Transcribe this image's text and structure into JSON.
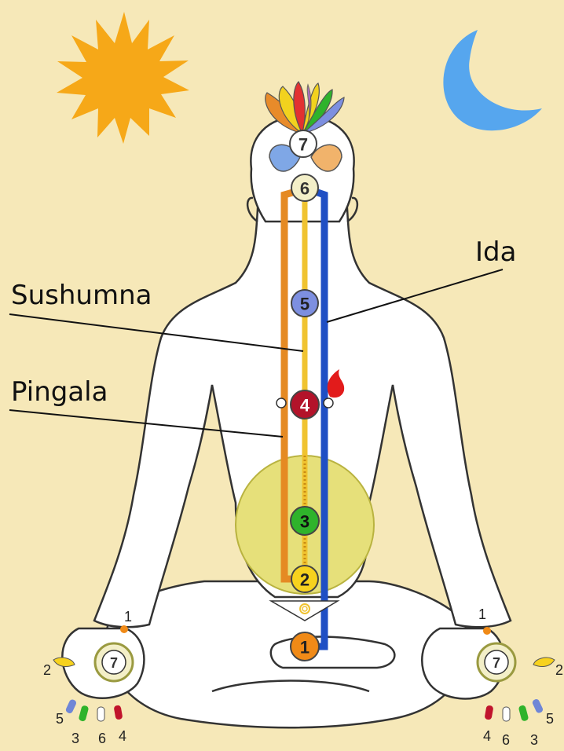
{
  "labels": {
    "ida": "Ida",
    "sushumna": "Sushumna",
    "pingala": "Pingala"
  },
  "chakras": [
    {
      "number": "7",
      "color": "#ffffff"
    },
    {
      "number": "6",
      "color": "#f3efc8"
    },
    {
      "number": "5",
      "color": "#7d8fe0"
    },
    {
      "number": "4",
      "color": "#b3132a"
    },
    {
      "number": "3",
      "color": "#2fb32b"
    },
    {
      "number": "2",
      "color": "#f7d21e"
    },
    {
      "number": "1",
      "color": "#f08a17"
    }
  ],
  "hands": {
    "palm_number": "7",
    "left_fingers": [
      "1",
      "2",
      "5",
      "3",
      "6",
      "4"
    ],
    "right_fingers": [
      "1",
      "2",
      "5",
      "3",
      "6",
      "4"
    ]
  },
  "colors": {
    "background": "#f6e8b8",
    "ida": "#1f4fc4",
    "pingala": "#e58a23",
    "sushumna": "#f0c330",
    "sun": "#f6a818",
    "moon": "#56a6ee",
    "body_fill": "#ffffff",
    "manipura_aura": "#e6e07a"
  },
  "icons": [
    "sun-icon",
    "moon-icon",
    "lotus-icon",
    "flame-icon",
    "triangle-icon"
  ]
}
